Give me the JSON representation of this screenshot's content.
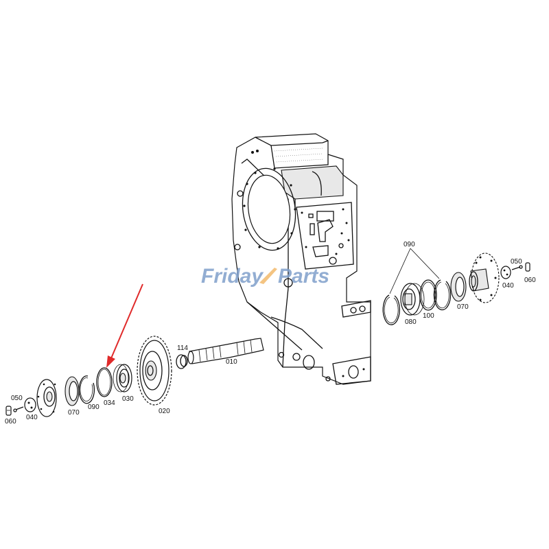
{
  "diagram": {
    "type": "exploded-parts-diagram",
    "subject": "transmission housing with output shaft assembly",
    "watermark": {
      "part1": "Friday",
      "part2": "Parts",
      "color_blue": "#7f9fcb",
      "color_orange": "#f1b35c"
    },
    "highlight_arrow": {
      "color": "#e02a2a",
      "points_to": "034"
    },
    "left_assembly_labels": {
      "p060": "060",
      "p050": "050",
      "p040": "040",
      "p070": "070",
      "p090": "090",
      "p034": "034",
      "p030": "030",
      "p020": "020",
      "p114": "114",
      "p010": "010"
    },
    "right_assembly_labels": {
      "p090": "090",
      "p080": "080",
      "p100": "100",
      "p070": "070",
      "p040": "040",
      "p050": "050",
      "p060": "060"
    }
  }
}
